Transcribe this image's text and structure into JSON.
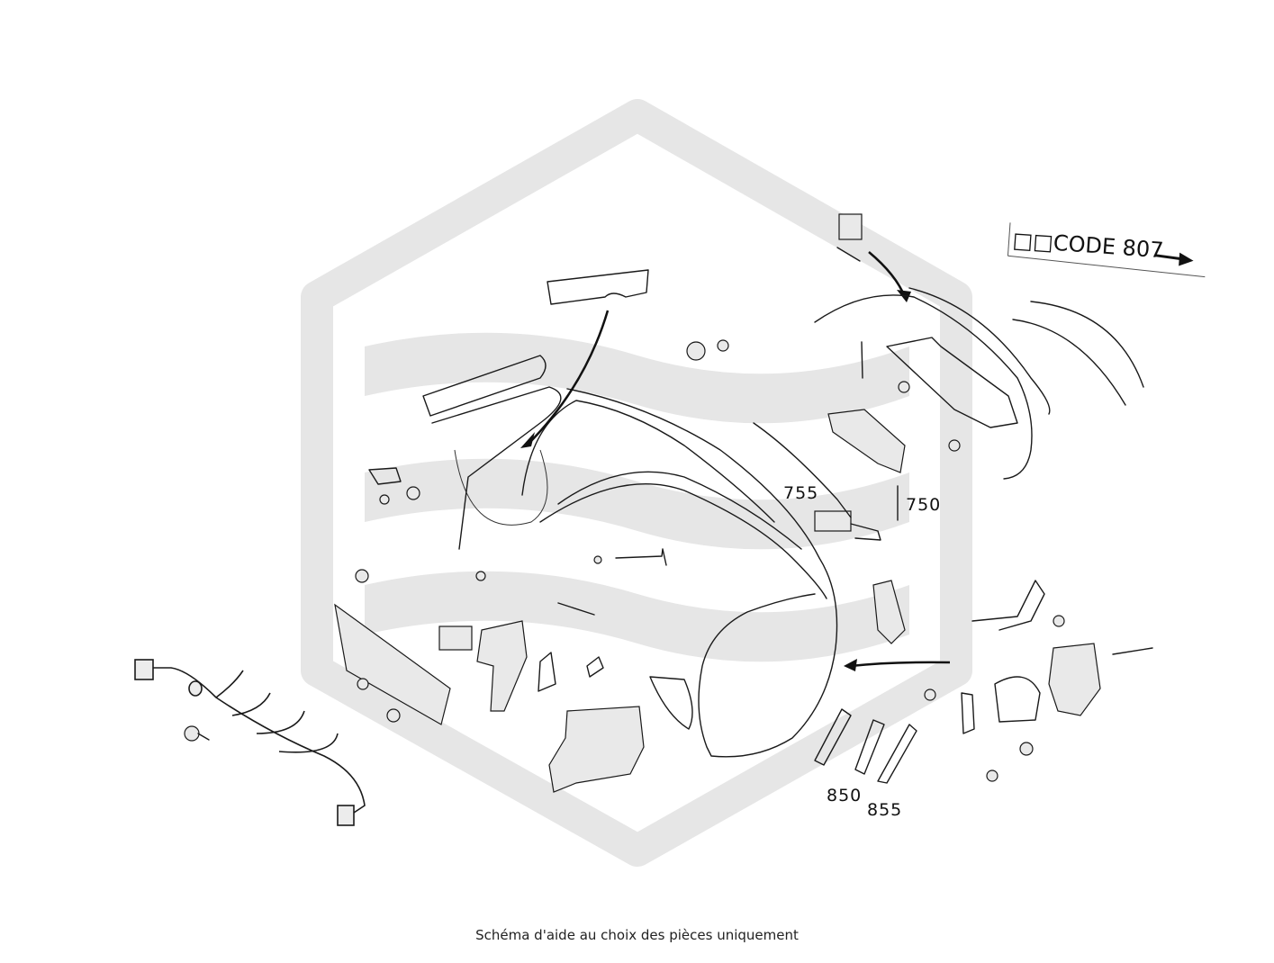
{
  "watermark": {
    "color": "#e6e6e6"
  },
  "code_label": {
    "text": "□□CODE 807",
    "arrow": "right-arrow-icon"
  },
  "part_numbers": [
    "755",
    "750",
    "850",
    "855"
  ],
  "caption": "Schéma d'aide au choix des pièces uniquement"
}
